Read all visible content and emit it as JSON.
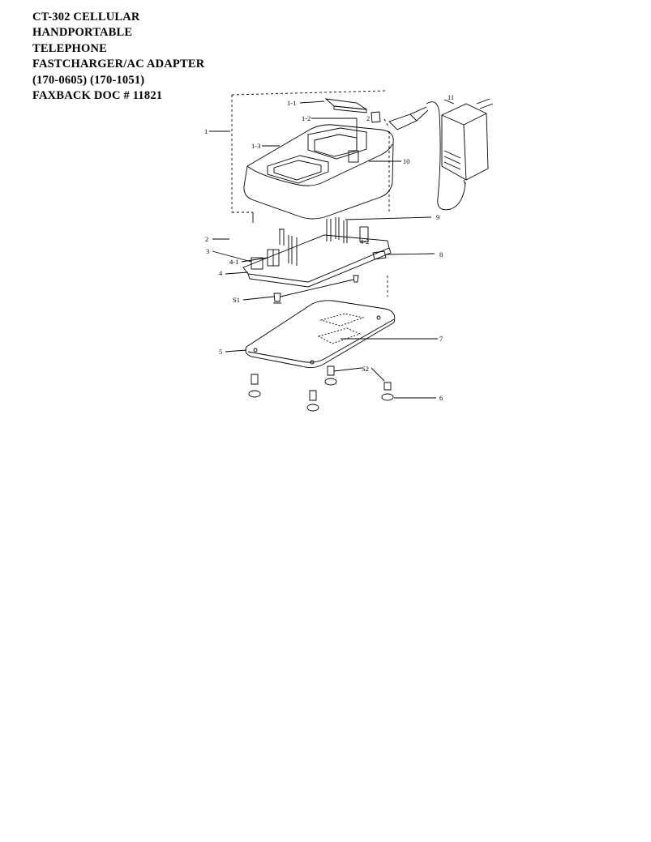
{
  "title_lines": [
    "CT-302 CELLULAR",
    "HANDPORTABLE",
    "TELEPHONE",
    "FASTCHARGER/AC ADAPTER",
    "(170-0605)  (170-1051)",
    "FAXBACK DOC # 11821"
  ],
  "callouts": {
    "c1": "1",
    "c1_1": "1-1",
    "c1_2": "1-2",
    "c1_3": "1-3",
    "c2_top": "2",
    "c2_left": "2",
    "c3": "3",
    "c4": "4",
    "c4_1": "4-1",
    "c4_2": "4-2",
    "c5": "5",
    "c6": "6",
    "c7": "7",
    "c8": "8",
    "c9": "9",
    "c10": "10",
    "c11": "11",
    "c51": "S1",
    "c52": "S2"
  }
}
